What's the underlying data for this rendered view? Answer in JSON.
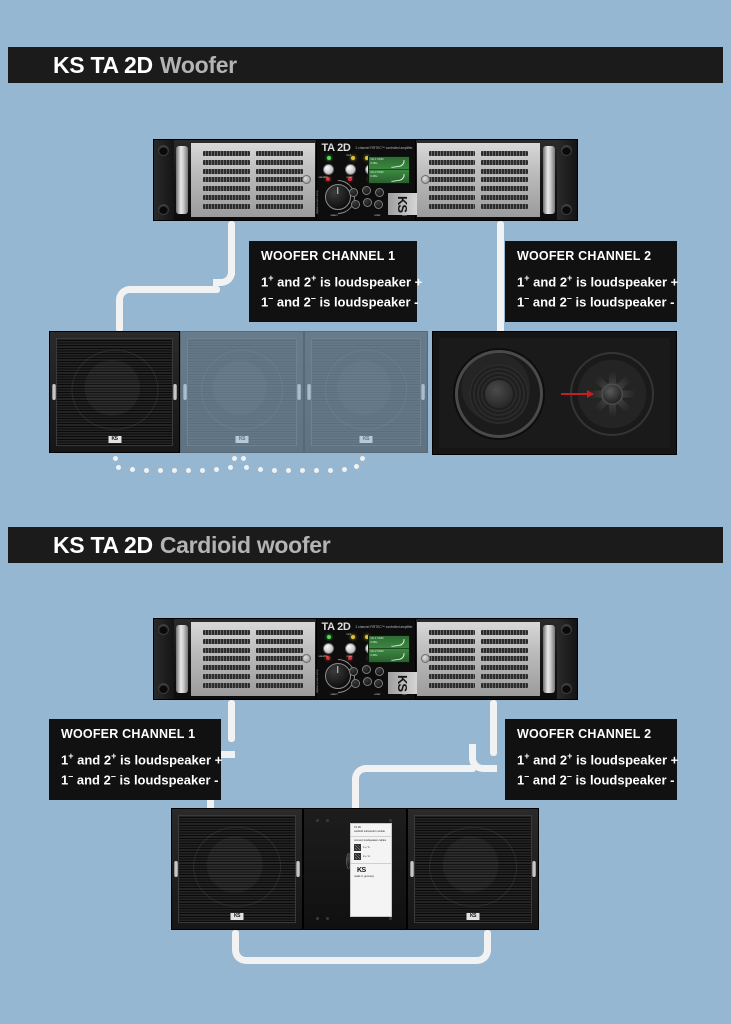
{
  "page": {
    "background_color": "#96b7d2",
    "header_bar_color": "#1b1b1b",
    "callout_bg_color": "#111111",
    "cable_color": "#f2f2f2",
    "accent_arrow_color": "#c02020",
    "lcd_color": "#3c8a41"
  },
  "sections": [
    {
      "id": "woofer",
      "title_primary": "KS TA 2D",
      "title_secondary": "Woofer"
    },
    {
      "id": "cardioid",
      "title_primary": "KS TA 2D",
      "title_secondary": "Cardioid woofer"
    }
  ],
  "amplifier": {
    "brand": "TA 2D",
    "subtitle": "2 channel FIRTEC™ controlled amplifier",
    "side_text": "digital power amp",
    "buttons": [
      {
        "label": "standby"
      },
      {
        "label": "mute"
      },
      {
        "label": "limit"
      }
    ],
    "knob_label": "select",
    "nav_labels": [
      "enter",
      "exit"
    ],
    "logo": "KS",
    "lcd": {
      "rows": [
        {
          "line1": "CH 1   TA2D",
          "line2": "0 dBu"
        },
        {
          "line1": "CH 2   TA2D",
          "line2": "0 dBu"
        }
      ]
    }
  },
  "callouts": [
    {
      "id": "woofer-ch1",
      "title": "WOOFER CHANNEL 1",
      "line1_pre": "1",
      "line1_sup1": "+",
      "line1_mid": "and 2",
      "line1_sup2": "+",
      "line1_post": "is loudspeaker +",
      "line2_pre": "1",
      "line2_sup1": "–",
      "line2_mid": "and 2",
      "line2_sup2": "–",
      "line2_post": "is loudspeaker -"
    },
    {
      "id": "woofer-ch2",
      "title": "WOOFER CHANNEL 2",
      "line1_pre": "1",
      "line1_sup1": "+",
      "line1_mid": "and 2",
      "line1_sup2": "+",
      "line1_post": "is loudspeaker +",
      "line2_pre": "1",
      "line2_sup1": "–",
      "line2_mid": "and 2",
      "line2_sup2": "–",
      "line2_post": "is loudspeaker -"
    },
    {
      "id": "cardioid-ch1",
      "title": "WOOFER CHANNEL 1",
      "line1_pre": "1",
      "line1_sup1": "+",
      "line1_mid": "and 2",
      "line1_sup2": "+",
      "line1_post": "is loudspeaker +",
      "line2_pre": "1",
      "line2_sup1": "–",
      "line2_mid": "and 2",
      "line2_sup2": "–",
      "line2_post": "is loudspeaker -"
    },
    {
      "id": "cardioid-ch2",
      "title": "WOOFER CHANNEL 2",
      "line1_pre": "1",
      "line1_sup1": "+",
      "line1_mid": "and 2",
      "line1_sup2": "+",
      "line1_post": "is loudspeaker +",
      "line2_pre": "1",
      "line2_sup1": "–",
      "line2_mid": "and 2",
      "line2_sup2": "–",
      "line2_post": "is loudspeaker -"
    }
  ],
  "cabinets": {
    "badge": "KS"
  },
  "spec_plate": {
    "heading": "TA 2D",
    "sub": "cardioid subwoofer module",
    "note": "connect loudspeaker cables",
    "terminal_1": "1+ / 1-",
    "terminal_2": "2+ / 2-",
    "footer": "made in germany",
    "logo": "KS"
  }
}
